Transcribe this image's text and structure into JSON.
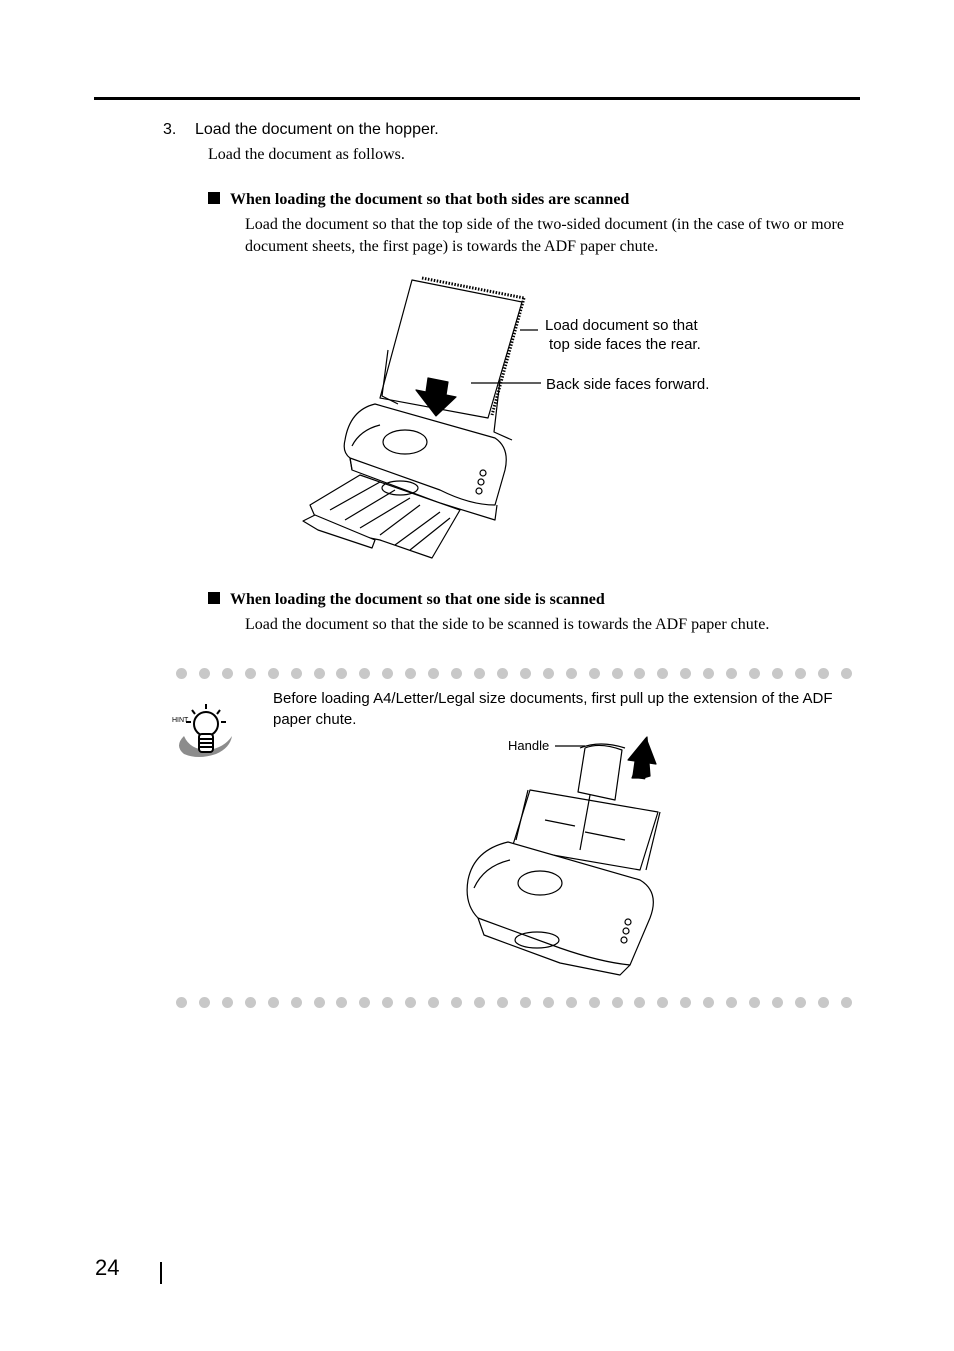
{
  "step": {
    "number": "3.",
    "title": "Load the document on the hopper.",
    "intro": "Load the document as follows."
  },
  "section_both": {
    "heading": "When loading the document so that both sides are scanned",
    "body": "Load the document so that the top side of the two-sided document (in the case of two or more document sheets, the first page) is towards the ADF paper chute.",
    "callout_top_line1": "Load document so that",
    "callout_top_line2": "top side faces the rear.",
    "callout_back": "Back side faces forward."
  },
  "section_one": {
    "heading": "When loading the document so that one side is scanned",
    "body": "Load the document so that the side to be scanned is towards the ADF paper chute."
  },
  "hint": {
    "icon_label": "HINT",
    "text": "Before loading A4/Letter/Legal size documents, first pull up the extension of the ADF paper chute.",
    "handle_label": "Handle"
  },
  "footer": {
    "page_number": "24"
  }
}
